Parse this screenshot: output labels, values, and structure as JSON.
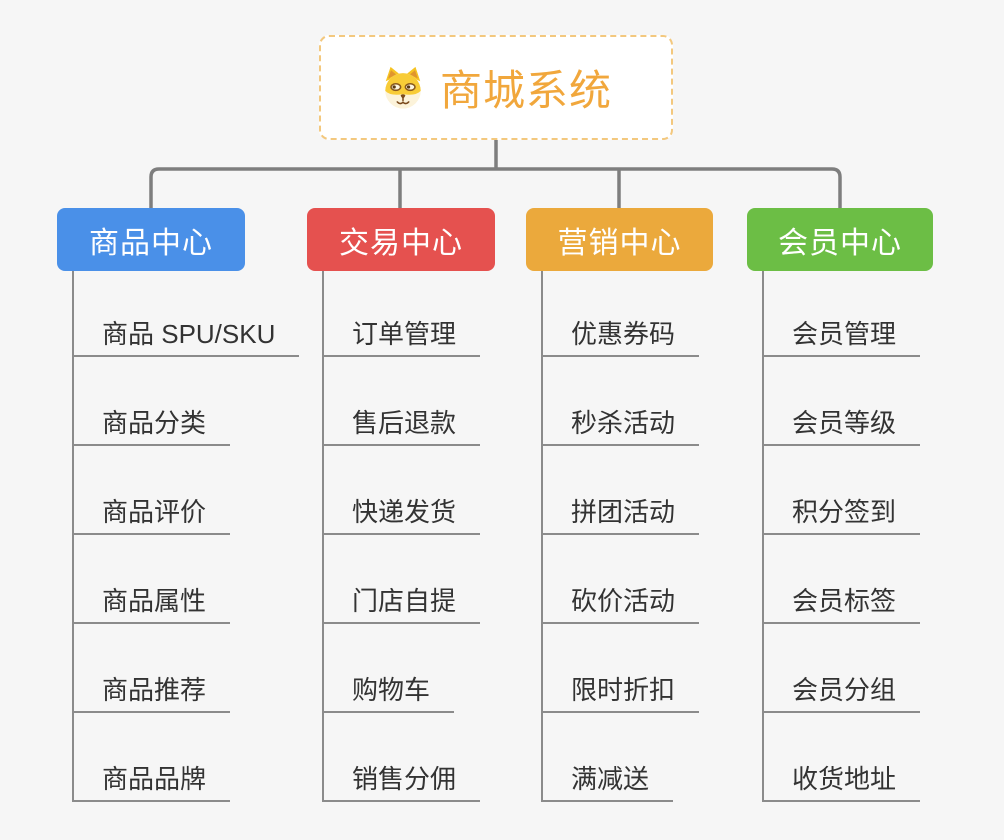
{
  "root": {
    "title": "商城系统",
    "icon": "dog-face-icon",
    "accent_color": "#f1a73c",
    "border_color": "#f3c87e"
  },
  "colors": {
    "background": "#f6f6f6",
    "connector_gray": "#7e7e7e",
    "leaf_line_gray": "#8b8b8b",
    "leaf_text": "#333333"
  },
  "branches": [
    {
      "label": "商品中心",
      "color": "#4a90e8",
      "children": [
        "商品 SPU/SKU",
        "商品分类",
        "商品评价",
        "商品属性",
        "商品推荐",
        "商品品牌"
      ]
    },
    {
      "label": "交易中心",
      "color": "#e5514f",
      "children": [
        "订单管理",
        "售后退款",
        "快递发货",
        "门店自提",
        "购物车",
        "销售分佣"
      ]
    },
    {
      "label": "营销中心",
      "color": "#eba93c",
      "children": [
        "优惠券码",
        "秒杀活动",
        "拼团活动",
        "砍价活动",
        "限时折扣",
        "满减送"
      ]
    },
    {
      "label": "会员中心",
      "color": "#6cbe45",
      "children": [
        "会员管理",
        "会员等级",
        "积分签到",
        "会员标签",
        "会员分组",
        "收货地址"
      ]
    }
  ]
}
